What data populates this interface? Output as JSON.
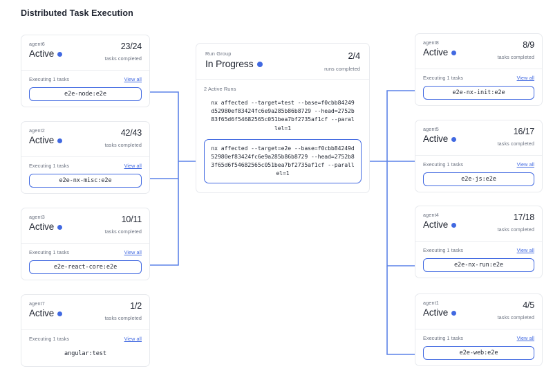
{
  "page": {
    "title": "Distributed Task Execution",
    "accent_color": "#4169e1",
    "card_border_color": "#e8eaee",
    "muted_text_color": "#6b7280"
  },
  "run_group": {
    "label": "Run Group",
    "status": "In Progress",
    "status_dot": "blue-dot-icon",
    "count": "2/4",
    "count_label": "runs completed",
    "active_runs_label": "2 Active Runs",
    "runs": [
      {
        "command": "nx affected --target=test --base=f0cbb84249d52980ef83424fc6e9a285b86b8729 --head=2752b83f65d6f54682565c051bea7bf2735af1cf --parallel=1",
        "boxed": false
      },
      {
        "command": "nx affected --target=e2e --base=f0cbb84249d52980ef83424fc6e9a285b86b8729 --head=2752b83f65d6f54682565c051bea7bf2735af1cf --parallel=1",
        "boxed": true
      }
    ]
  },
  "agents_left": [
    {
      "name": "agent6",
      "status": "Active",
      "count": "23/24",
      "count_label": "tasks completed",
      "executing_label": "Executing 1 tasks",
      "view_all": "View all",
      "task": "e2e-node:e2e",
      "task_highlighted": true
    },
    {
      "name": "agent2",
      "status": "Active",
      "count": "42/43",
      "count_label": "tasks completed",
      "executing_label": "Executing 1 tasks",
      "view_all": "View all",
      "task": "e2e-nx-misc:e2e",
      "task_highlighted": true
    },
    {
      "name": "agent3",
      "status": "Active",
      "count": "10/11",
      "count_label": "tasks completed",
      "executing_label": "Executing 1 tasks",
      "view_all": "View all",
      "task": "e2e-react-core:e2e",
      "task_highlighted": true
    },
    {
      "name": "agent7",
      "status": "Active",
      "count": "1/2",
      "count_label": "tasks completed",
      "executing_label": "Executing 1 tasks",
      "view_all": "View all",
      "task": "angular:test",
      "task_highlighted": false
    }
  ],
  "agents_right": [
    {
      "name": "agent8",
      "status": "Active",
      "count": "8/9",
      "count_label": "tasks completed",
      "executing_label": "Executing 1 tasks",
      "view_all": "View all",
      "task": "e2e-nx-init:e2e",
      "task_highlighted": true
    },
    {
      "name": "agent5",
      "status": "Active",
      "count": "16/17",
      "count_label": "tasks completed",
      "executing_label": "Executing 1 tasks",
      "view_all": "View all",
      "task": "e2e-js:e2e",
      "task_highlighted": true
    },
    {
      "name": "agent4",
      "status": "Active",
      "count": "17/18",
      "count_label": "tasks completed",
      "executing_label": "Executing 1 tasks",
      "view_all": "View all",
      "task": "e2e-nx-run:e2e",
      "task_highlighted": true
    },
    {
      "name": "agent1",
      "status": "Active",
      "count": "4/5",
      "count_label": "tasks completed",
      "executing_label": "Executing 1 tasks",
      "view_all": "View all",
      "task": "e2e-web:e2e",
      "task_highlighted": true
    }
  ]
}
